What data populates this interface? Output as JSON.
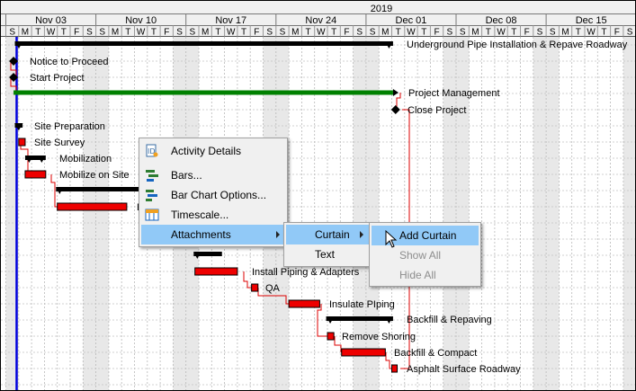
{
  "timeline": {
    "year": "2019",
    "weeks": [
      "Nov 03",
      "Nov 10",
      "Nov 17",
      "Nov 24",
      "Dec 01",
      "Dec 08",
      "Dec 15"
    ],
    "day_letters": [
      "S",
      "M",
      "T",
      "W",
      "T",
      "F",
      "S"
    ]
  },
  "activities": [
    {
      "id": "underground",
      "label": "Underground Pipe Installation & Repave Roadway",
      "kind": "summary"
    },
    {
      "id": "ntp",
      "label": "Notice to Proceed",
      "kind": "milestone"
    },
    {
      "id": "start",
      "label": "Start Project",
      "kind": "milestone"
    },
    {
      "id": "pm",
      "label": "Project Management",
      "kind": "loe"
    },
    {
      "id": "close",
      "label": "Close Project",
      "kind": "milestone"
    },
    {
      "id": "siteprep",
      "label": "Site Preparation",
      "kind": "summary"
    },
    {
      "id": "survey",
      "label": "Site Survey",
      "kind": "task"
    },
    {
      "id": "mob",
      "label": "Mobilization",
      "kind": "summary"
    },
    {
      "id": "mobsite",
      "label": "Mobilize on Site",
      "kind": "task"
    },
    {
      "id": "e",
      "label": "E",
      "kind": "task"
    },
    {
      "id": "piping",
      "label": "Install Piping & Adapters",
      "kind": "task"
    },
    {
      "id": "qa",
      "label": "QA",
      "kind": "task"
    },
    {
      "id": "insulate",
      "label": "Insulate PIping",
      "kind": "task"
    },
    {
      "id": "backfill",
      "label": "Backfill & Repaving",
      "kind": "summary"
    },
    {
      "id": "shoring",
      "label": "Remove Shoring",
      "kind": "task"
    },
    {
      "id": "compact",
      "label": "Backfill & Compact",
      "kind": "task"
    },
    {
      "id": "asphalt",
      "label": "Asphalt Surface Roadway",
      "kind": "task"
    }
  ],
  "context_menu": {
    "items": [
      {
        "label": "Activity Details",
        "icon": "activity-details-icon"
      },
      {
        "label": "Bars...",
        "icon": "bars-icon"
      },
      {
        "label": "Bar Chart Options...",
        "icon": "bar-chart-options-icon"
      },
      {
        "label": "Timescale...",
        "icon": "timescale-icon"
      },
      {
        "label": "Attachments",
        "icon": "",
        "submenu": true
      }
    ]
  },
  "attachments_menu": {
    "items": [
      {
        "label": "Curtain",
        "submenu": true
      },
      {
        "label": "Text",
        "submenu": false
      }
    ]
  },
  "curtain_menu": {
    "items": [
      {
        "label": "Add Curtain",
        "enabled": true
      },
      {
        "label": "Show All",
        "enabled": false
      },
      {
        "label": "Hide All",
        "enabled": false
      }
    ]
  },
  "colors": {
    "task_bar": "#ee0000",
    "summary_bar": "#000000",
    "loe_bar": "#008000",
    "data_date_line": "#0000dd",
    "relationship": "#dd0000",
    "nonwork_shade": "#e8e8e8",
    "menu_highlight": "#91c9f7"
  }
}
